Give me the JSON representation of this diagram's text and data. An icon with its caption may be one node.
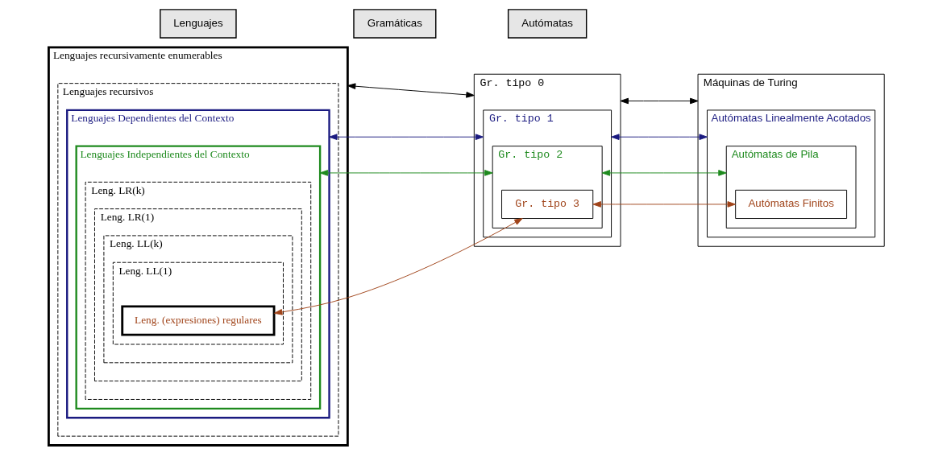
{
  "diagram": {
    "nodes": [
      {
        "text": [
          "Lenguajes"
        ]
      },
      {
        "text": [
          "Gramáticas"
        ]
      },
      {
        "text": [
          "Autómatas"
        ]
      },
      {
        "text": [
          "Lenguajes recursivamente enumerables"
        ]
      },
      {
        "text": [
          "Lenguajes recursivos"
        ],
        "in": 3
      },
      {
        "text": [
          "Lenguajes Dependientes del Contexto"
        ],
        "in": 4
      },
      {
        "text": [
          "Lenguajes Independientes del Contexto"
        ],
        "in": 5
      },
      {
        "text": [
          "Leng. LR(k)"
        ],
        "in": 6
      },
      {
        "text": [
          "Leng. LR(1)"
        ],
        "in": 7
      },
      {
        "text": [
          "Leng. LL(k)"
        ],
        "in": 8
      },
      {
        "text": [
          "Leng. LL(1)"
        ],
        "in": 9
      },
      {
        "text": [
          "Leng. (expresiones) regulares"
        ],
        "in": 10
      },
      {
        "text": [
          "Gr. tipo 0"
        ]
      },
      {
        "text": [
          "Gr. tipo 1"
        ],
        "in": 12
      },
      {
        "text": [
          "Gr. tipo 2"
        ],
        "in": 13
      },
      {
        "text": [
          "Gr. tipo 3"
        ],
        "in": 14
      },
      {
        "text": [
          "Máquinas de Turing"
        ]
      },
      {
        "text": [
          "Autómatas Linealmente Acotados"
        ],
        "in": 16
      },
      {
        "text": [
          "Autómatas de Pila"
        ],
        "in": 17
      },
      {
        "text": [
          "Autómatas Finitos"
        ],
        "in": 18
      }
    ],
    "edges": [
      {
        "from": 3,
        "to": 12,
        "arrow": "both"
      },
      {
        "from": 12,
        "to": 16,
        "arrow": "both"
      },
      {
        "from": 5,
        "to": 13,
        "arrow": "both",
        "color": "#1a1a80"
      },
      {
        "from": 13,
        "to": 17,
        "arrow": "both",
        "color": "#1a1a80"
      },
      {
        "from": 6,
        "to": 14,
        "arrow": "both",
        "color": "#1e8a1e"
      },
      {
        "from": 14,
        "to": 18,
        "arrow": "both",
        "color": "#1e8a1e"
      },
      {
        "from": 11,
        "to": 15,
        "arrow": "both",
        "color": "#a0441a"
      },
      {
        "from": 15,
        "to": 19,
        "arrow": "both",
        "color": "#a0441a"
      }
    ]
  }
}
